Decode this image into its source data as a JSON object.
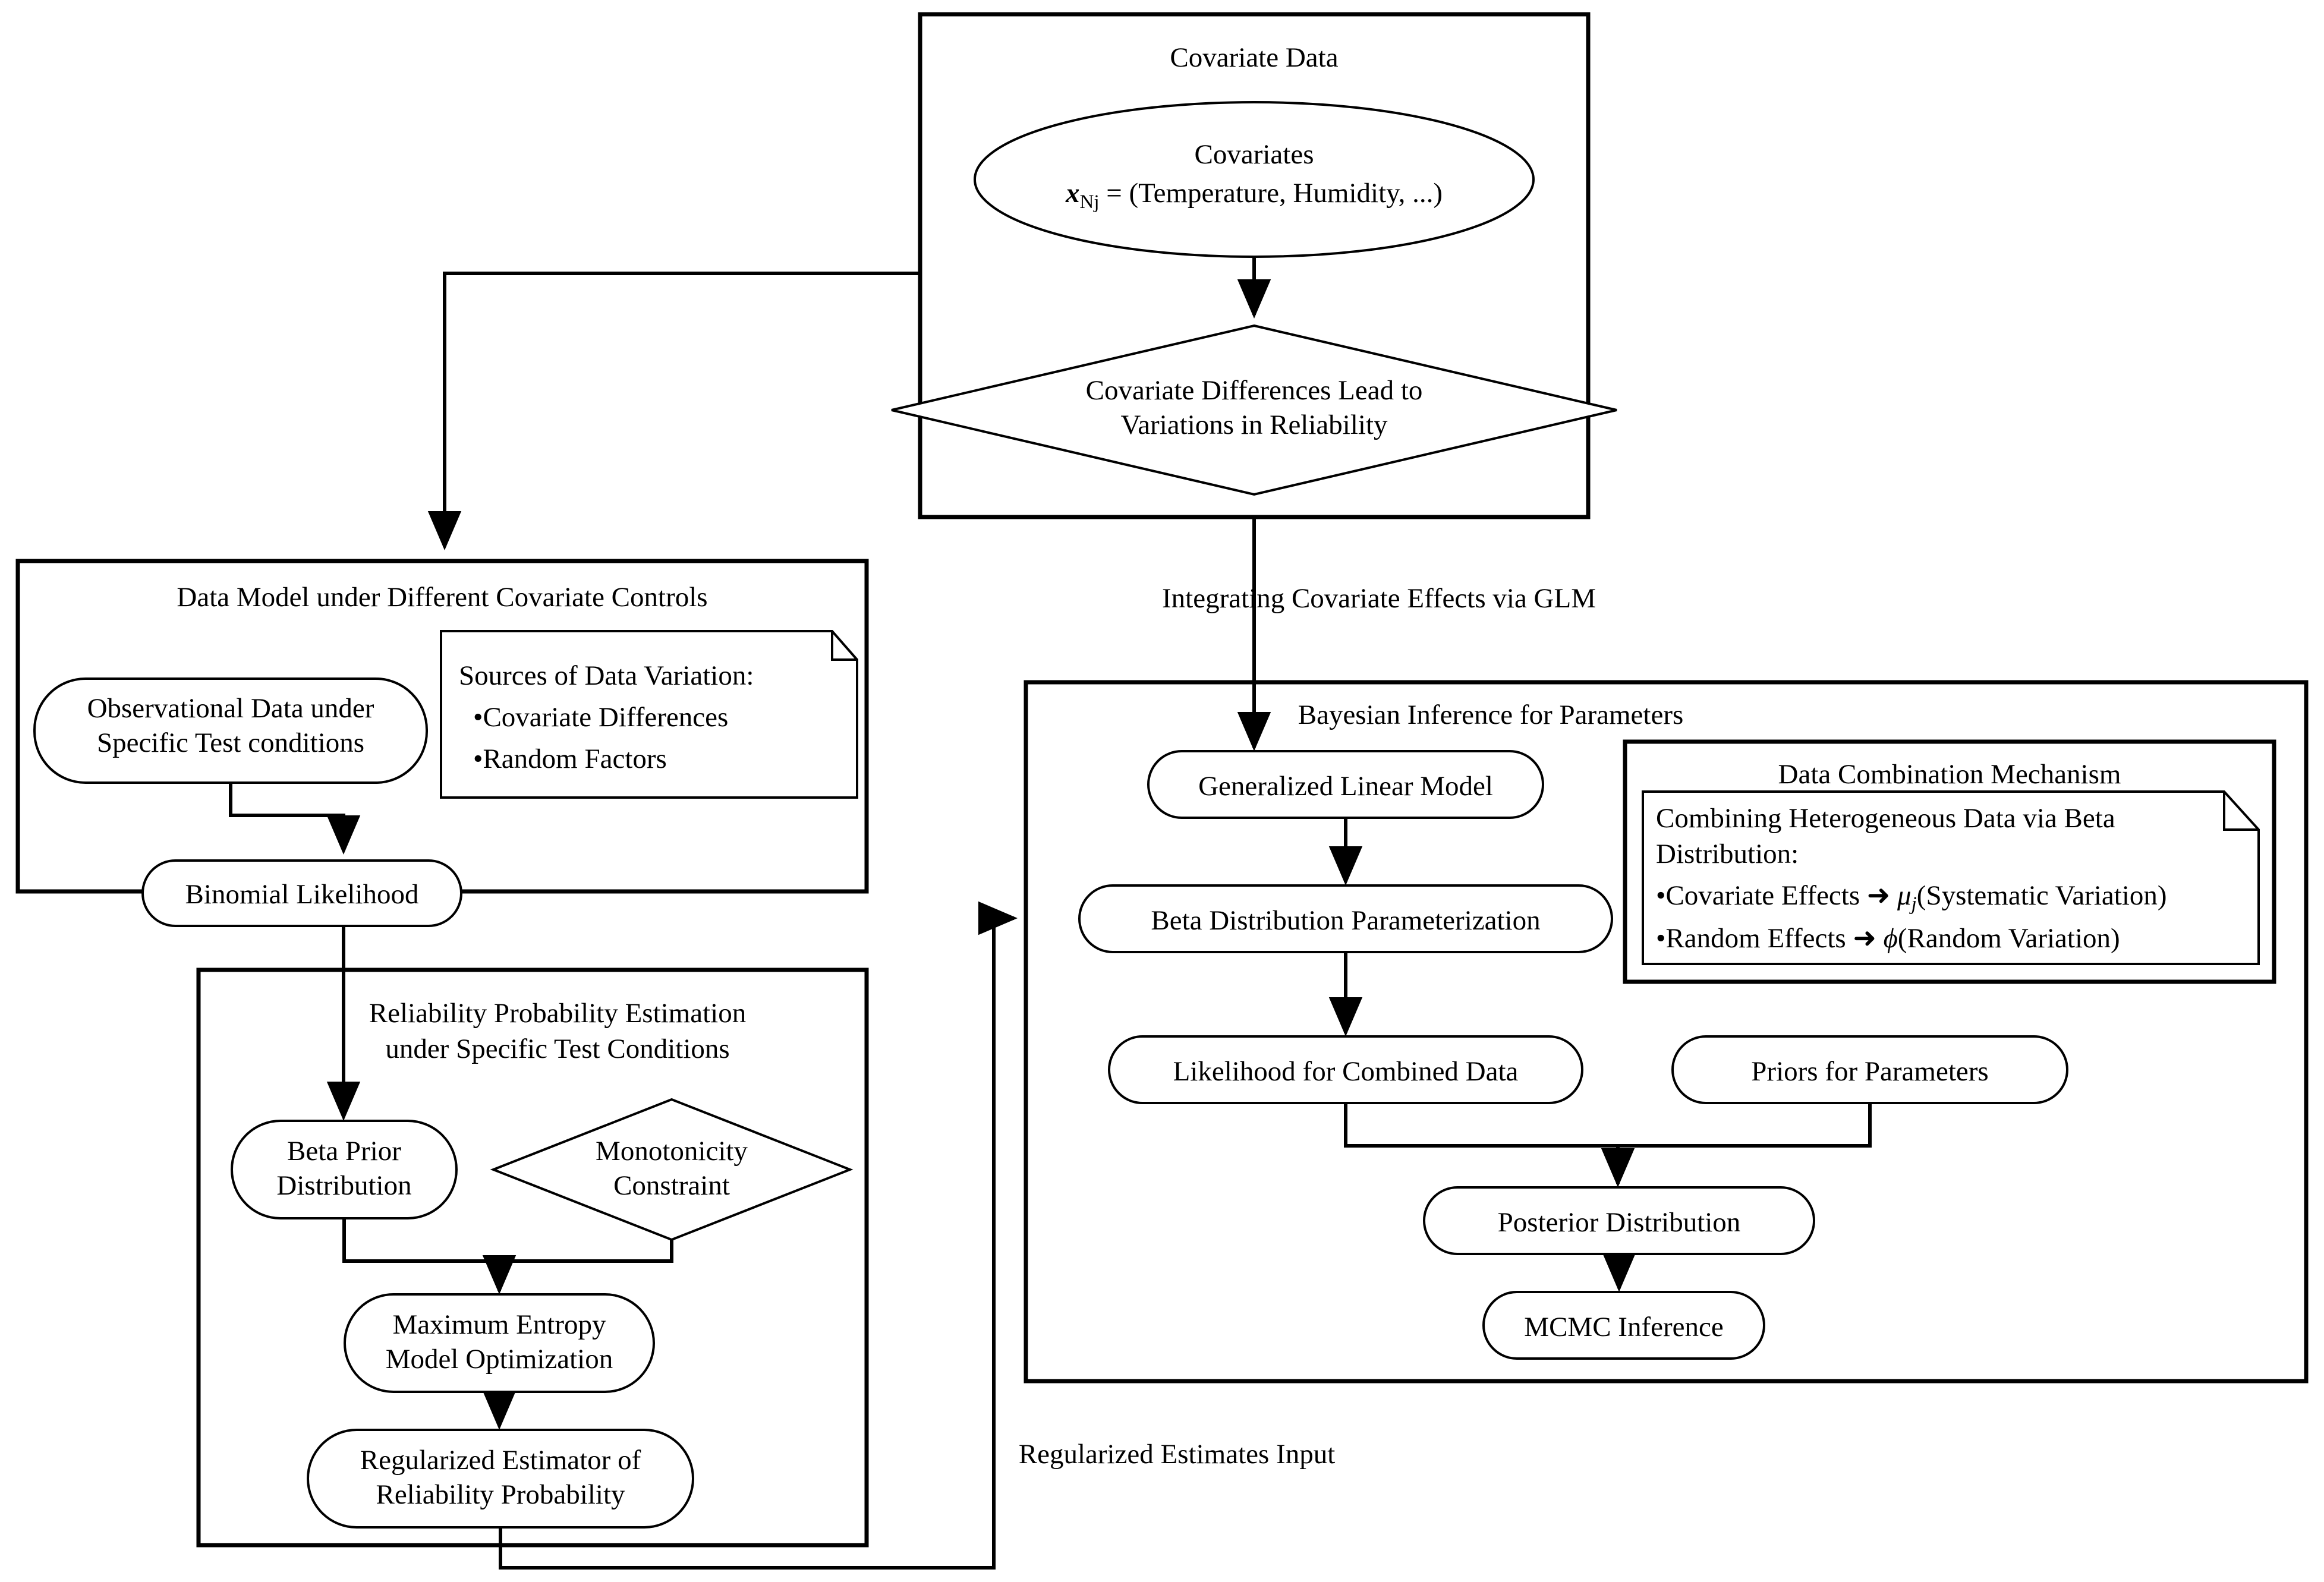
{
  "diagram": {
    "title": "Bayesian Reliability Modeling Flowchart",
    "containers": {
      "covariate_data": {
        "label": "Covariate Data"
      },
      "data_model": {
        "label": "Data Model under Different Covariate Controls"
      },
      "reliability_estimation": {
        "label_line1": "Reliability Probability Estimation",
        "label_line2": "under Specific Test Conditions"
      },
      "bayesian_inference": {
        "label": "Bayesian Inference for Parameters"
      }
    },
    "nodes": {
      "covariates": {
        "line1": "Covariates",
        "var": "x",
        "sub": "Nj",
        "line2_rest": " = (Temperature, Humidity, ...)"
      },
      "covariate_diff": {
        "line1": "Covariate Differences Lead to",
        "line2": "Variations in Reliability"
      },
      "observational_data": {
        "line1": "Observational Data under",
        "line2": "Specific Test conditions"
      },
      "binomial_likelihood": {
        "label": "Binomial Likelihood"
      },
      "beta_prior": {
        "line1": "Beta Prior",
        "line2": "Distribution"
      },
      "monotonicity": {
        "line1": "Monotonicity",
        "line2": "Constraint"
      },
      "max_entropy": {
        "line1": "Maximum Entropy",
        "line2": "Model Optimization"
      },
      "regularized_estimator": {
        "line1": "Regularized Estimator of",
        "line2": "Reliability Probability"
      },
      "glm": {
        "label": "Generalized Linear Model"
      },
      "beta_param": {
        "label": "Beta Distribution Parameterization"
      },
      "likelihood_combined": {
        "label": "Likelihood for Combined Data"
      },
      "priors": {
        "label": "Priors for Parameters"
      },
      "posterior": {
        "label": "Posterior Distribution"
      },
      "mcmc": {
        "label": "MCMC Inference"
      }
    },
    "notes": {
      "sources_variation": {
        "title": "Sources of Data Variation:",
        "bullets": [
          "•Covariate Differences",
          "•Random Factors"
        ]
      },
      "data_combination": {
        "header": "Data Combination Mechanism",
        "line1": "Combining Heterogeneous Data via Beta",
        "line2": "Distribution:",
        "bullet1_pre": "•Covariate Effects ➜ ",
        "bullet1_sym": "μ",
        "bullet1_sub": "j",
        "bullet1_post": "(Systematic Variation)",
        "bullet2_pre": "•Random Effects ➜ ",
        "bullet2_sym": "ϕ",
        "bullet2_post": "(Random Variation)"
      }
    },
    "edge_labels": {
      "glm_integration": "Integrating Covariate Effects via GLM",
      "regularized_input": "Regularized Estimates Input"
    },
    "colors": {
      "stroke": "#000000",
      "fill": "#ffffff",
      "shadow": "#999999"
    }
  }
}
